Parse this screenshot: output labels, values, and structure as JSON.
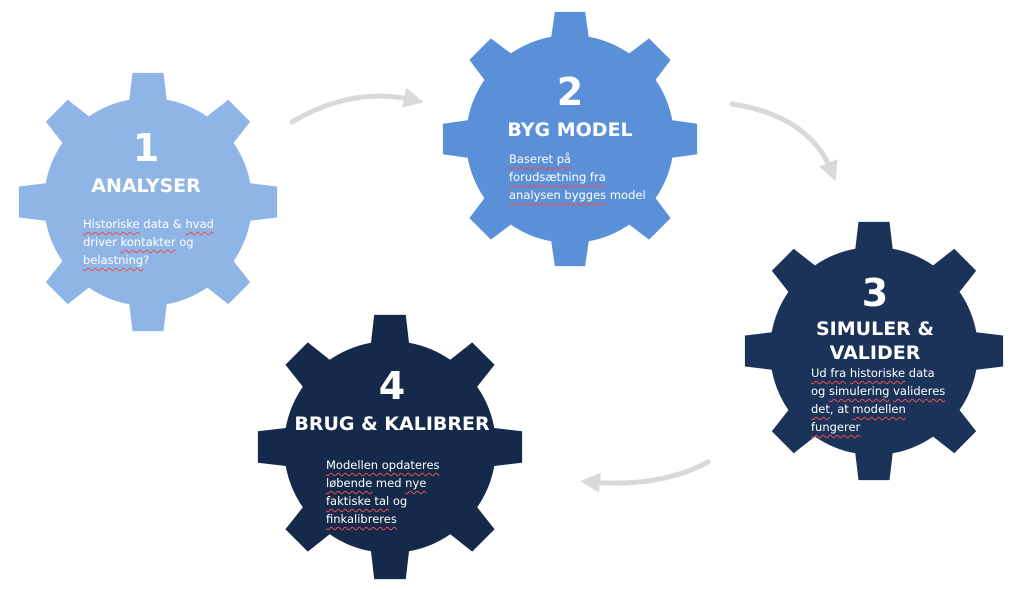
{
  "colors": {
    "gear1": "#8fb5e6",
    "gear2": "#5a90d8",
    "gear3": "#1b3359",
    "gear4": "#152a4b",
    "arrow": "#d9d9d9",
    "text": "#ffffff",
    "spellcheck": "#e8504a"
  },
  "steps": [
    {
      "number": "1",
      "title": "ANALYSER",
      "description_lines": [
        [
          {
            "t": "Historiske",
            "sq": true
          },
          {
            "t": " data & "
          },
          {
            "t": "hvad",
            "sq": true
          }
        ],
        [
          {
            "t": "driver "
          },
          {
            "t": "kontakter",
            "sq": true
          },
          {
            "t": " og"
          }
        ],
        [
          {
            "t": "belastning",
            "sq": true
          },
          {
            "t": "?"
          }
        ]
      ]
    },
    {
      "number": "2",
      "title": "BYG MODEL",
      "description_lines": [
        [
          {
            "t": "Baseret på",
            "sq": true
          }
        ],
        [
          {
            "t": "forudsætning fra",
            "sq": true
          }
        ],
        [
          {
            "t": "analysen bygges",
            "sq": true
          },
          {
            "t": " model"
          }
        ]
      ]
    },
    {
      "number": "3",
      "title_lines": [
        "SIMULER &",
        "VALIDER"
      ],
      "description_lines": [
        [
          {
            "t": "Ud ",
            "sq": true
          },
          {
            "t": "fra",
            "sq": true
          },
          {
            "t": " "
          },
          {
            "t": "historiske",
            "sq": true
          },
          {
            "t": " data"
          }
        ],
        [
          {
            "t": "og "
          },
          {
            "t": "simulering",
            "sq": true
          },
          {
            "t": " "
          },
          {
            "t": "valideres",
            "sq": true
          }
        ],
        [
          {
            "t": "det",
            "sq": true
          },
          {
            "t": ", at "
          },
          {
            "t": "modellen",
            "sq": true
          }
        ],
        [
          {
            "t": "fungerer",
            "sq": true
          }
        ]
      ]
    },
    {
      "number": "4",
      "title": "BRUG & KALIBRER",
      "description_lines": [
        [
          {
            "t": "Modellen opdateres",
            "sq": true
          }
        ],
        [
          {
            "t": "løbende",
            "sq": true
          },
          {
            "t": " med "
          },
          {
            "t": "nye",
            "sq": true
          }
        ],
        [
          {
            "t": "faktiske tal",
            "sq": true
          },
          {
            "t": " og"
          }
        ],
        [
          {
            "t": "finkalibreres",
            "sq": true
          }
        ]
      ]
    }
  ]
}
